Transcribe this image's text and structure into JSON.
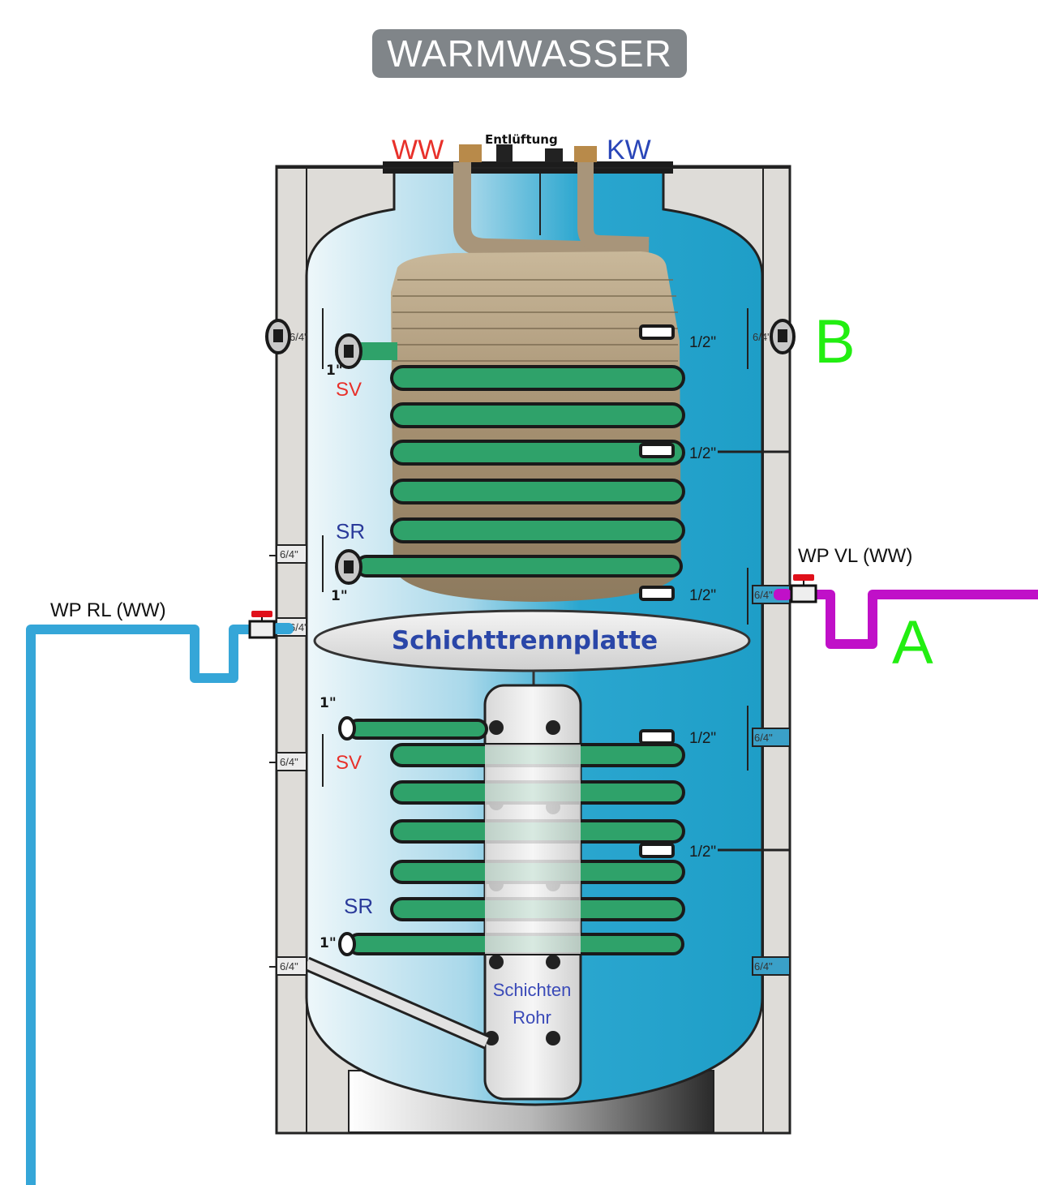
{
  "title": "WARMWASSER",
  "top_labels": {
    "ww": "WW",
    "entlueftung": "Entlüftung",
    "kw": "KW"
  },
  "markers": {
    "a": "A",
    "b": "B"
  },
  "pipe_labels": {
    "wp_rl": "WP RL (WW)",
    "wp_vl": "WP VL (WW)"
  },
  "upper_coil": {
    "sv_label": "SV",
    "sr_label": "SR",
    "sv_size": "1\"",
    "sr_size": "1\""
  },
  "lower_coil": {
    "sv_label": "SV",
    "sr_label": "SR",
    "sv_size": "1\"",
    "sr_size": "1\""
  },
  "separator_plate": "Schichttrennplatte",
  "stratification_tube": [
    "Schichten",
    "Rohr"
  ],
  "left_ports": [
    "6/4\"",
    "6/4\"",
    "6/4\"",
    "6/4\"",
    "6/4\""
  ],
  "right_ports": [
    "6/4\"",
    "6/4\"",
    "6/4\"",
    "6/4\""
  ],
  "sensor_sleeves": [
    "1/2\"",
    "1/2\"",
    "1/2\"",
    "1/2\"",
    "1/2\""
  ],
  "colors": {
    "title_bg": "#808589",
    "ww_red": "#e8302a",
    "kw_blue": "#2a46b8",
    "sv_red": "#e8302a",
    "sr_blue": "#2a3a9a",
    "marker_green": "#22ee11",
    "return_pipe": "#35a6d8",
    "flow_pipe": "#c010c8",
    "coil_green": "#2fa26a",
    "valve_red": "#e0101a",
    "water_dark": "#1e9ec7",
    "water_light": "#e6f4f8"
  }
}
